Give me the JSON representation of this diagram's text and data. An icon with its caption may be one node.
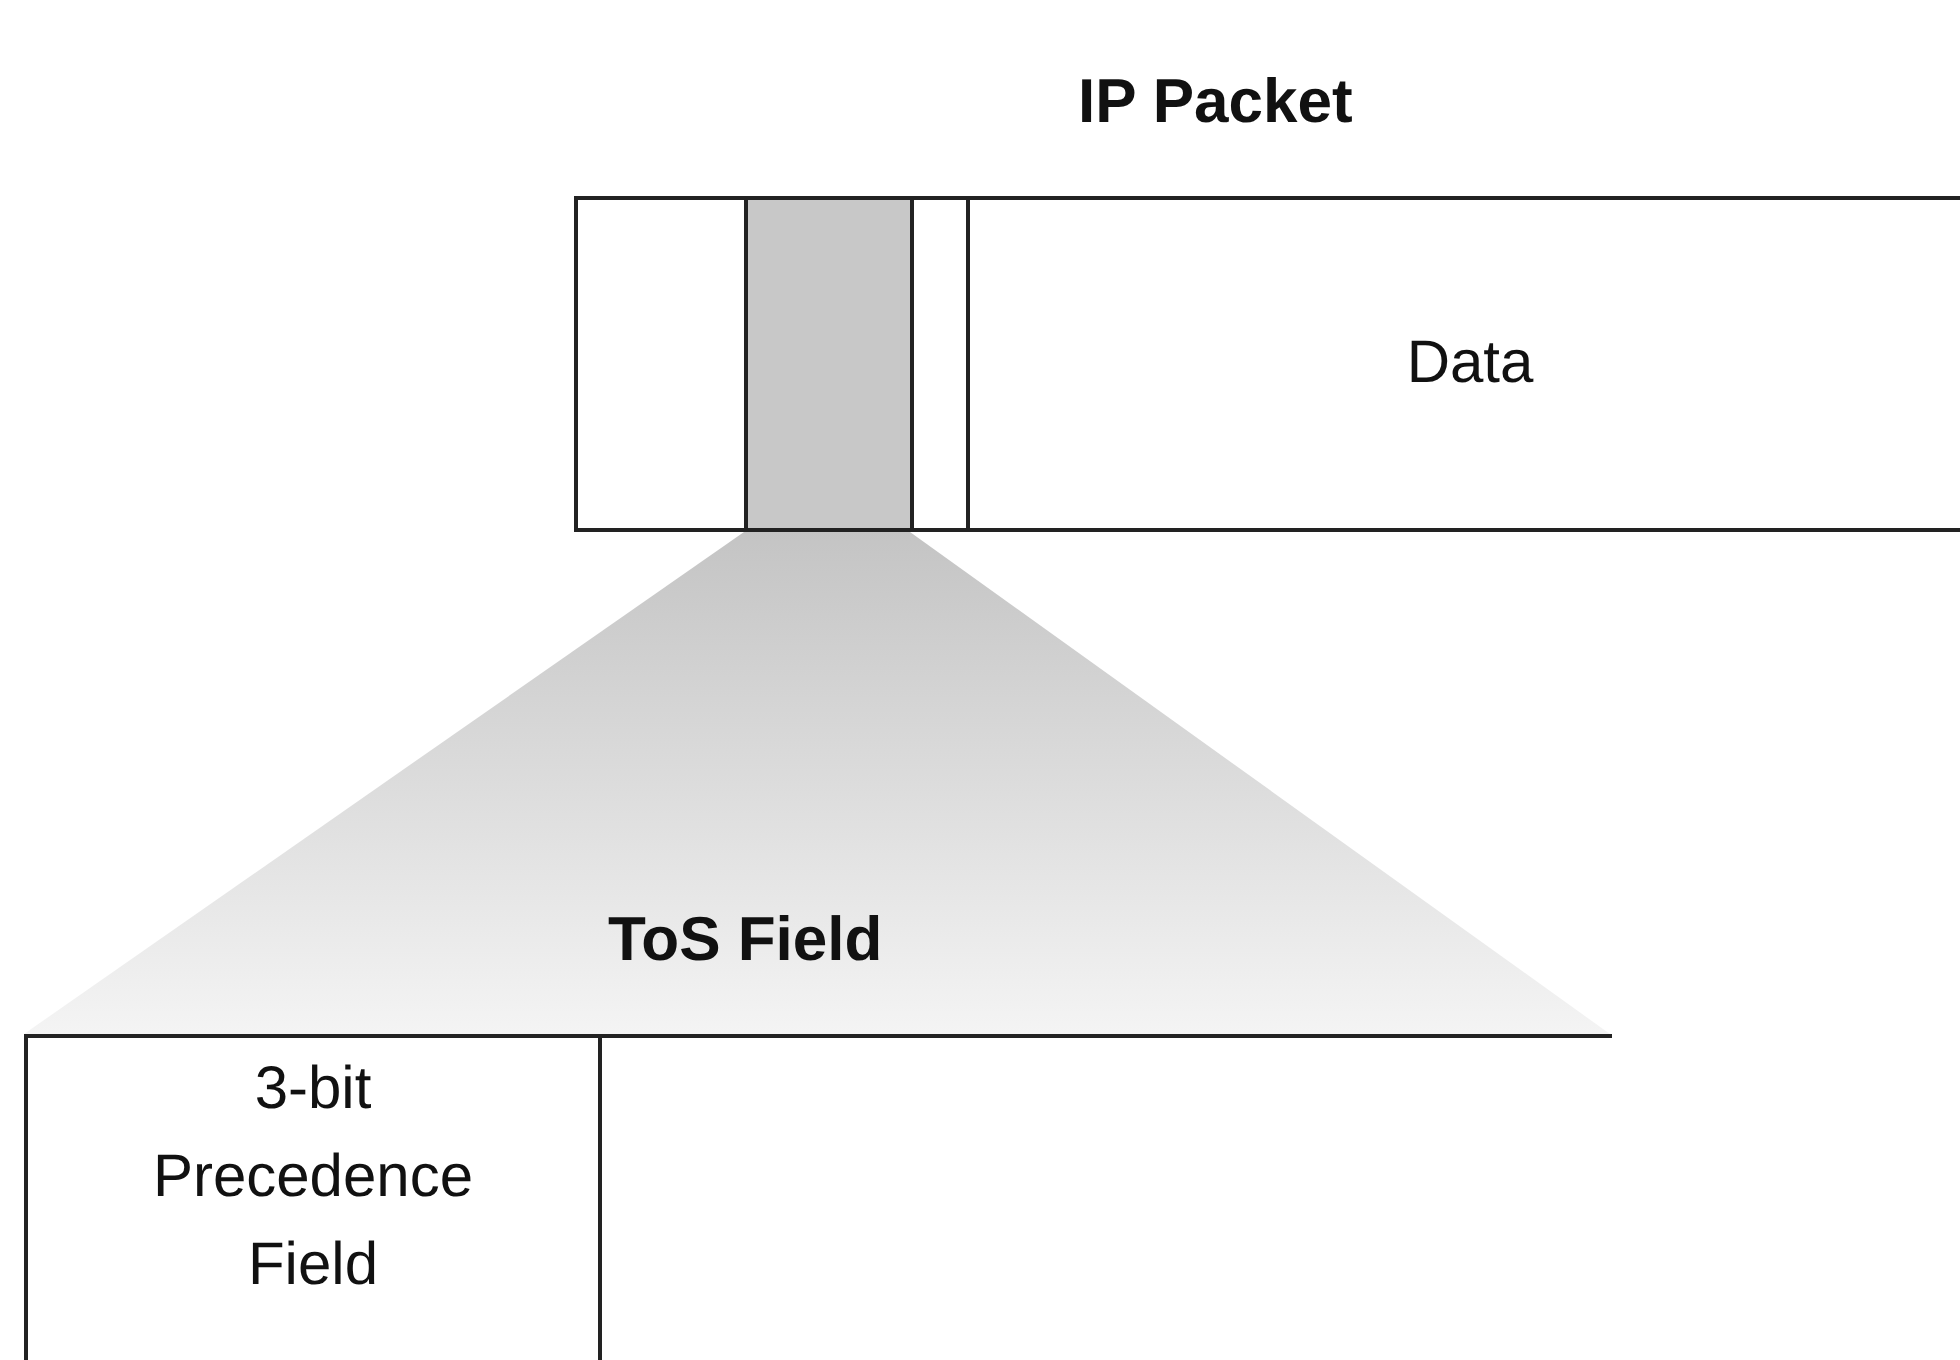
{
  "diagram": {
    "nodes": [
      {
        "text": [
          "IP Packet"
        ]
      },
      {
        "text": [],
        "shape": "box",
        "in": 0
      },
      {
        "text": [],
        "shape": "box",
        "in": 0
      },
      {
        "text": [],
        "shape": "box",
        "in": 0
      },
      {
        "text": [
          "Data"
        ],
        "in": 0
      },
      {
        "text": [
          "ToS Field"
        ]
      },
      {
        "text": [
          "3-bit Precedence Field"
        ],
        "in": 5
      },
      {
        "text": [],
        "shape": "box",
        "in": 5
      }
    ]
  }
}
